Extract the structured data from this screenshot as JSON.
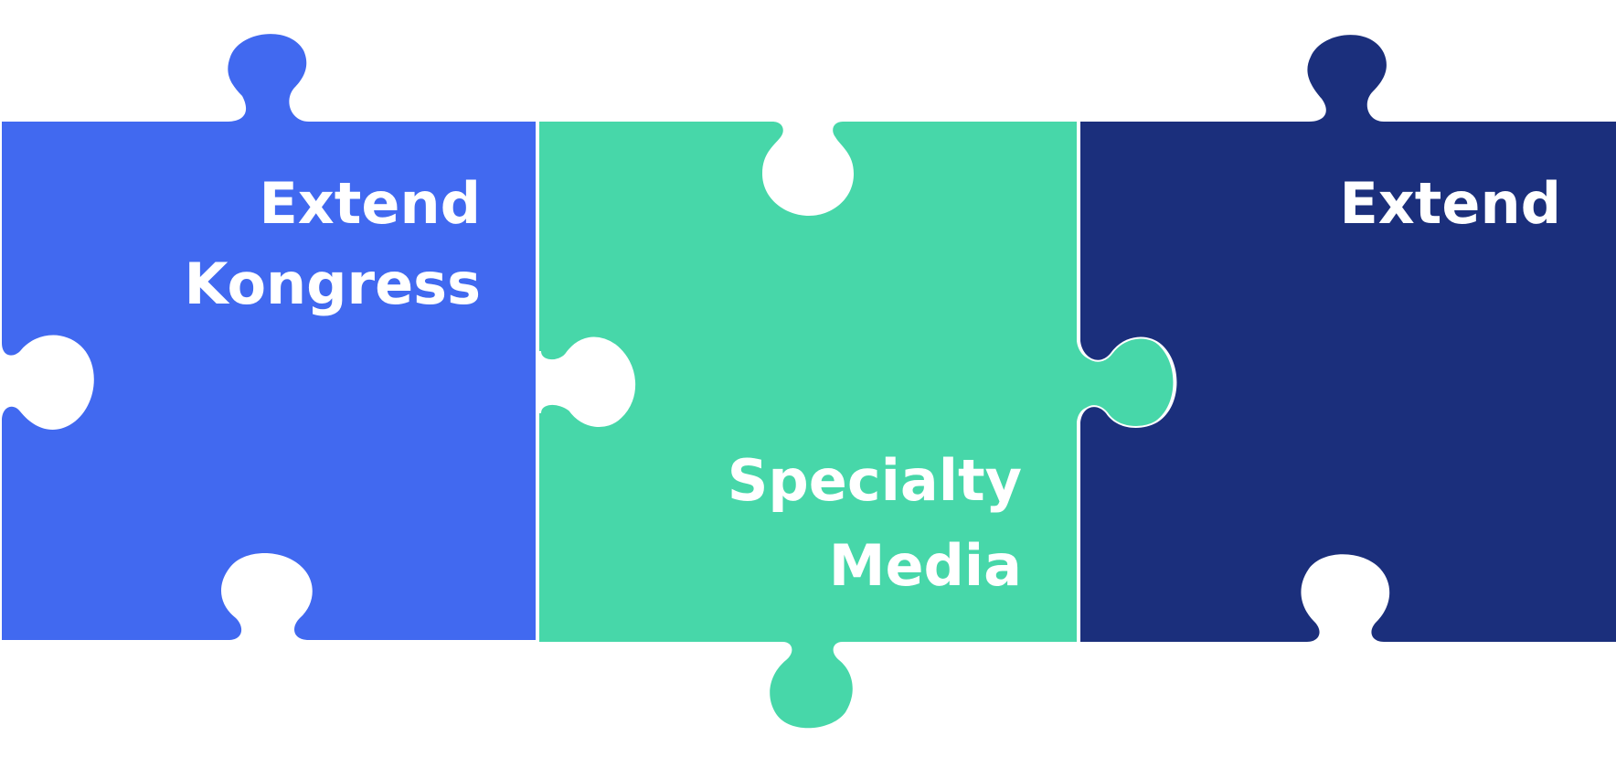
{
  "colors": {
    "background": "#ffffff",
    "piece_left": "#4169f0",
    "piece_middle": "#47d7a9",
    "piece_right": "#1b2f7c",
    "label": "#ffffff"
  },
  "pieces": [
    {
      "line1": "Extend",
      "line2": "Kongress"
    },
    {
      "line1": "Specialty",
      "line2": "Media"
    },
    {
      "line1": "Extend",
      "line2": ""
    }
  ]
}
